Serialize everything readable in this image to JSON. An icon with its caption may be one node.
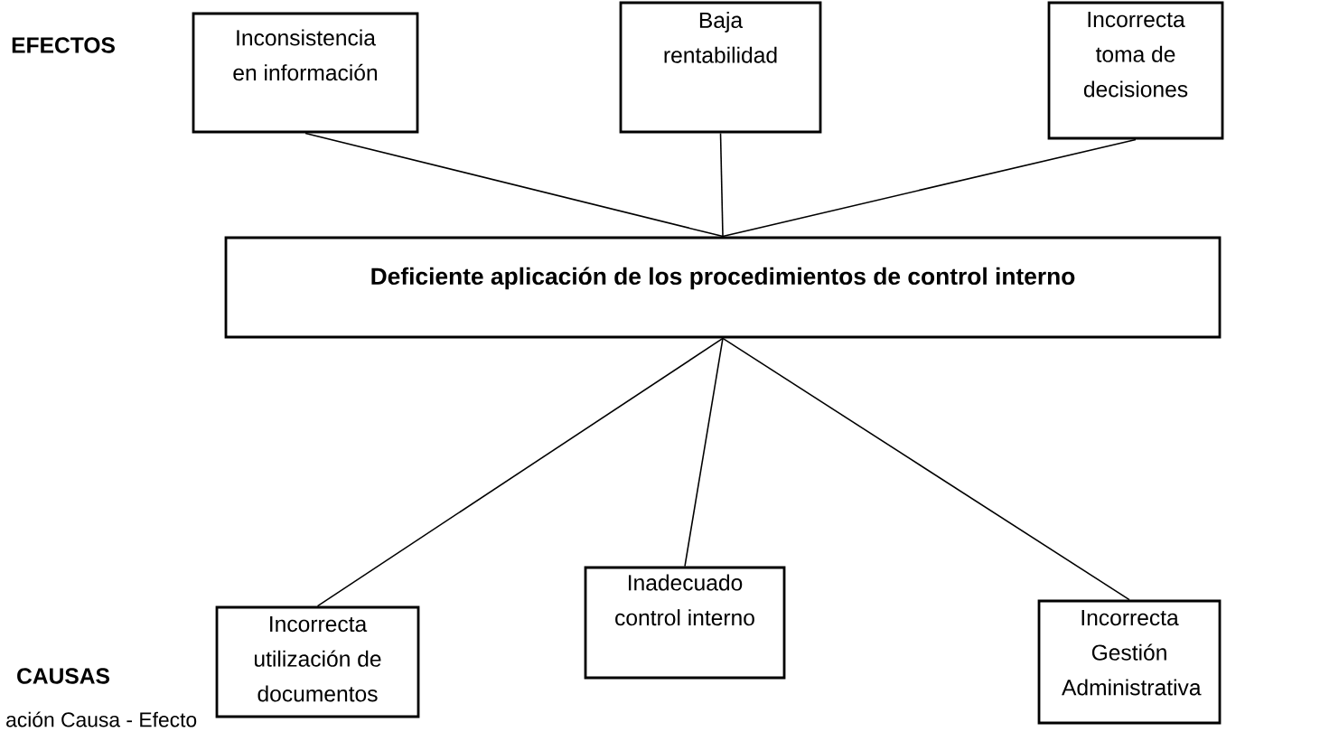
{
  "diagram": {
    "nodes": [
      {
        "text": [
          "Inconsistencia en información"
        ]
      },
      {
        "text": [
          "Baja rentabilidad"
        ]
      },
      {
        "text": [
          "Incorrecta toma de decisiones"
        ]
      },
      {
        "text": [
          "Deficiente aplicación de los procedimientos de control interno"
        ]
      },
      {
        "text": [
          "Incorrecta utilización  de documentos"
        ]
      },
      {
        "text": [
          "Inadecuado control interno"
        ]
      },
      {
        "text": [
          "Incorrecta Gestión Administrativa"
        ]
      }
    ],
    "edges": [
      {
        "from": 3,
        "to": 0,
        "arrow": "none"
      },
      {
        "from": 3,
        "to": 1,
        "arrow": "none"
      },
      {
        "from": 3,
        "to": 2,
        "arrow": "none"
      },
      {
        "from": 4,
        "to": 3,
        "arrow": "none"
      },
      {
        "from": 5,
        "to": 3,
        "arrow": "none"
      },
      {
        "from": 6,
        "to": 3,
        "arrow": "none"
      }
    ],
    "labels": [
      "EFECTOS",
      "CAUSAS",
      "ación Causa - Efecto"
    ]
  }
}
